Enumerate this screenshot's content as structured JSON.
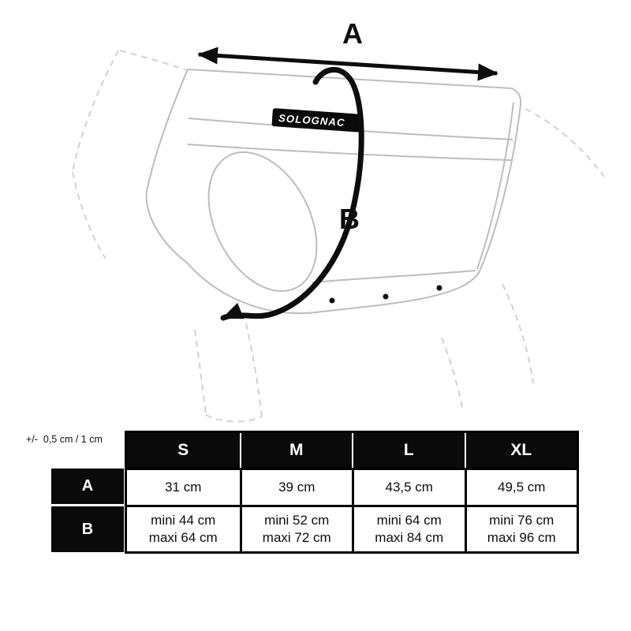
{
  "diagram": {
    "measure_a_label": "A",
    "measure_b_label": "B",
    "brand": "SOLOGNAC"
  },
  "table": {
    "tolerance": "+/-  0,5 cm / 1 cm",
    "sizes": [
      "S",
      "M",
      "L",
      "XL"
    ],
    "rows": [
      {
        "label": "A",
        "values": [
          "31 cm",
          "39 cm",
          "43,5 cm",
          "49,5 cm"
        ]
      },
      {
        "label": "B",
        "values": [
          {
            "min": "mini 44 cm",
            "max": "maxi 64 cm"
          },
          {
            "min": "mini 52 cm",
            "max": "maxi 72 cm"
          },
          {
            "min": "mini 64 cm",
            "max": "maxi 84 cm"
          },
          {
            "min": "mini 76 cm",
            "max": "maxi 96 cm"
          }
        ]
      }
    ]
  }
}
